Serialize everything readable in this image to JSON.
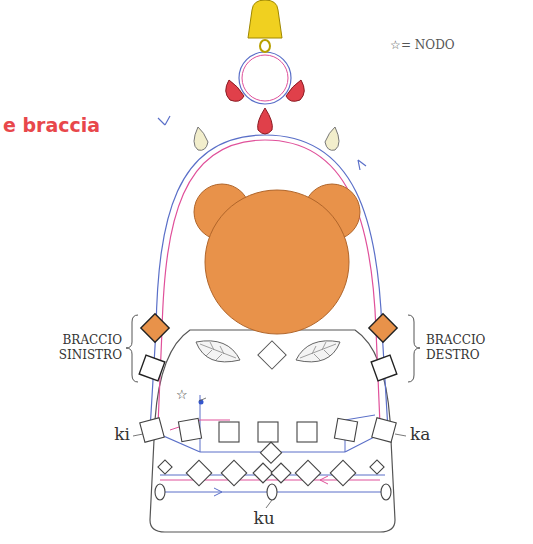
{
  "diagram": {
    "title": "e braccia",
    "labels": [
      "☆= NODO",
      "BRACCIO SINISTRO",
      "BRACCIO DESTRO",
      "ki",
      "ka",
      "ku",
      "☆"
    ]
  }
}
